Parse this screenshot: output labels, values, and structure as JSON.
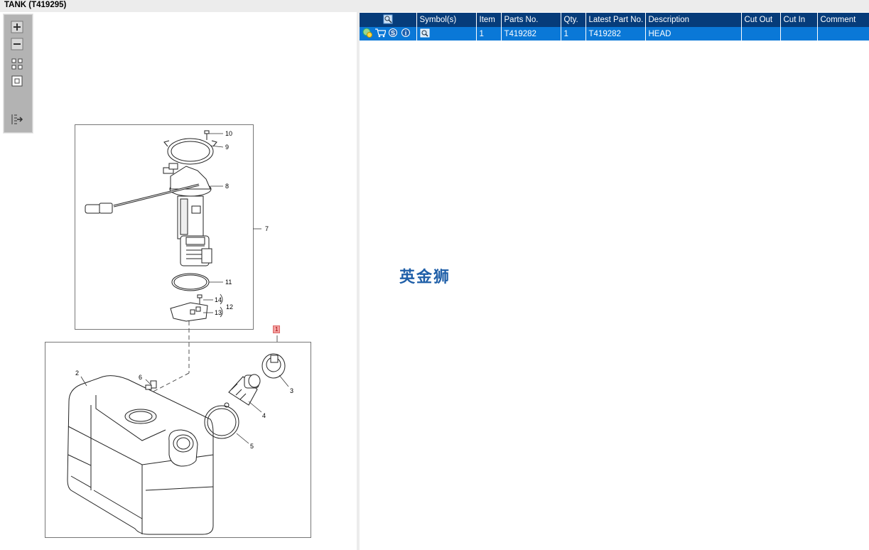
{
  "window": {
    "title": "TANK (T419295)"
  },
  "toolbar": {
    "zoom_in": "zoom-in",
    "zoom_out": "zoom-out",
    "fit_all": "fit-all",
    "fit_window": "fit-window",
    "export": "export"
  },
  "table": {
    "headers": [
      "Symbol(s)",
      "Item",
      "Parts No.",
      "Qty.",
      "Latest Part No.",
      "Description",
      "Cut Out",
      "Cut In",
      "Comment"
    ],
    "rows": [
      {
        "item": "1",
        "parts_no": "T419282",
        "qty": "1",
        "latest_part_no": "T419282",
        "description": "HEAD",
        "cut_out": "",
        "cut_in": "",
        "comment": ""
      }
    ]
  },
  "diagram": {
    "callouts": [
      "10",
      "9",
      "8",
      "7",
      "11",
      "14",
      "12",
      "13",
      "1",
      "2",
      "6",
      "3",
      "4",
      "5"
    ],
    "highlight_color": "#f4a0a0"
  },
  "watermark": "英金狮",
  "colors": {
    "header_bg": "#063c7a",
    "row_selected": "#0a78d7",
    "toolbar": "#b3b3b3"
  }
}
